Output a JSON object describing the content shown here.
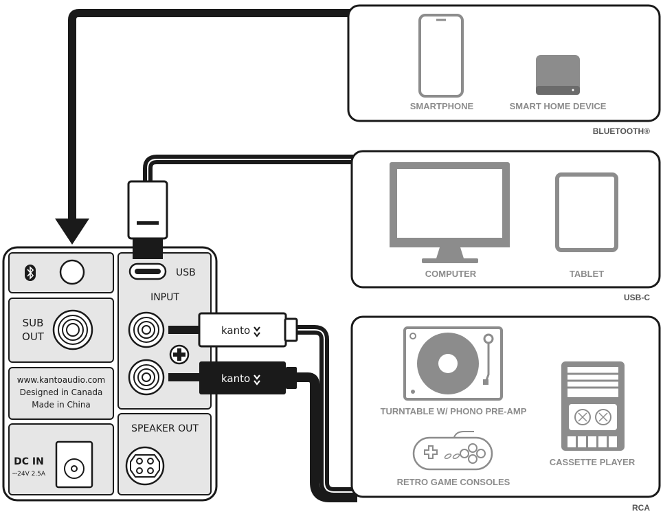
{
  "groups": {
    "bluetooth": {
      "caption": "BLUETOOTH®",
      "devices": [
        "SMARTPHONE",
        "SMART HOME DEVICE"
      ]
    },
    "usbc": {
      "caption": "USB-C",
      "devices": [
        "COMPUTER",
        "TABLET"
      ]
    },
    "rca": {
      "caption": "RCA",
      "devices": [
        "TURNTABLE W/ PHONO PRE-AMP",
        "CASSETTE PLAYER",
        "RETRO GAME CONSOLES"
      ]
    }
  },
  "panel": {
    "usb_label": "USB",
    "input_label": "INPUT",
    "sub_out_line1": "SUB",
    "sub_out_line2": "OUT",
    "info_line1": "www.kantoaudio.com",
    "info_line2": "Designed in Canada",
    "info_line3": "Made in China",
    "dc_in": "DC IN",
    "dc_rating": "⎓24V 2.5A",
    "speaker_out": "SPEAKER OUT"
  },
  "cables": {
    "brand_white": "kanto",
    "brand_black": "kanto"
  }
}
